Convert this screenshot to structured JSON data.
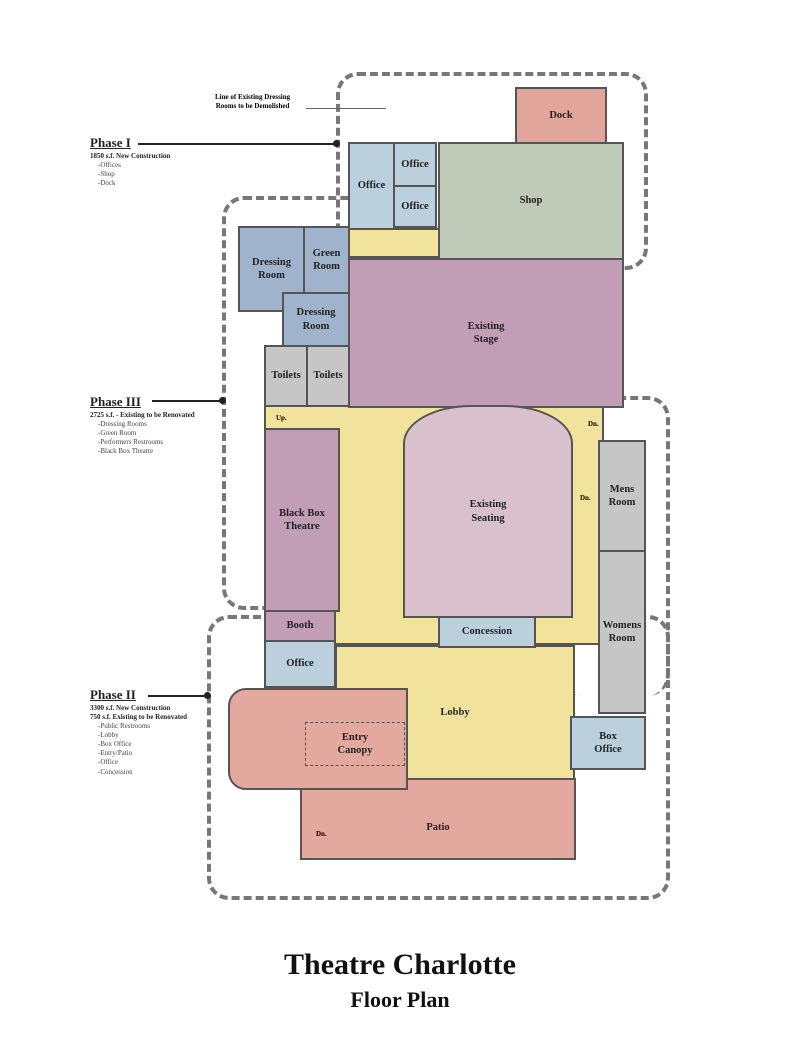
{
  "colors": {
    "office": "#bccfdc",
    "shop": "#bfcbb8",
    "dock": "#e2a59c",
    "dressing": "#9fb3cd",
    "stage": "#c29db6",
    "seating": "#d9c0cd",
    "toilets": "#c6c6c6",
    "corridor": "#f1e39c",
    "patio": "#e3a89e"
  },
  "phases": [
    {
      "title": "Phase I",
      "summary": [
        "1850 s.f. New Construction"
      ],
      "items": [
        "-Offices",
        "-Shop",
        "-Dock"
      ]
    },
    {
      "title": "Phase III",
      "summary": [
        "2725 s.f. - Existing to be Renovated"
      ],
      "items": [
        "-Dressing Rooms",
        "-Green Room",
        "-Performers Restrooms",
        "-Black Box Theatre"
      ]
    },
    {
      "title": "Phase II",
      "summary": [
        "3300 s.f. New Construction",
        "750 s.f. Existing to be Renovated"
      ],
      "items": [
        "-Public Restrooms",
        "-Lobby",
        "-Box Office",
        "-Entry/Patio",
        "-Office",
        "-Concession"
      ]
    }
  ],
  "note": "Line of Existing Dressing\nRooms to be Demolished",
  "rooms": {
    "dock": "Dock",
    "office_a": "Office",
    "office_b": "Office",
    "office_c": "Office",
    "shop": "Shop",
    "dressing_1": "Dressing\nRoom",
    "green": "Green\nRoom",
    "dressing_2": "Dressing\nRoom",
    "toilets_1": "Toilets",
    "toilets_2": "Toilets",
    "stage": "Existing\nStage",
    "seating": "Existing\nSeating",
    "blackbox": "Black Box\nTheatre",
    "mens": "Mens\nRoom",
    "womens": "Womens\nRoom",
    "boxoffice": "Box\nOffice",
    "booth": "Booth",
    "office_d": "Office",
    "concession": "Concession",
    "lobby": "Lobby",
    "canopy": "Entry\nCanopy",
    "patio": "Patio"
  },
  "stairs": {
    "up": "Up.",
    "dn1": "Dn.",
    "dn2": "Dn.",
    "dn3": "Dn."
  },
  "title": "Theatre Charlotte",
  "subtitle": "Floor Plan"
}
